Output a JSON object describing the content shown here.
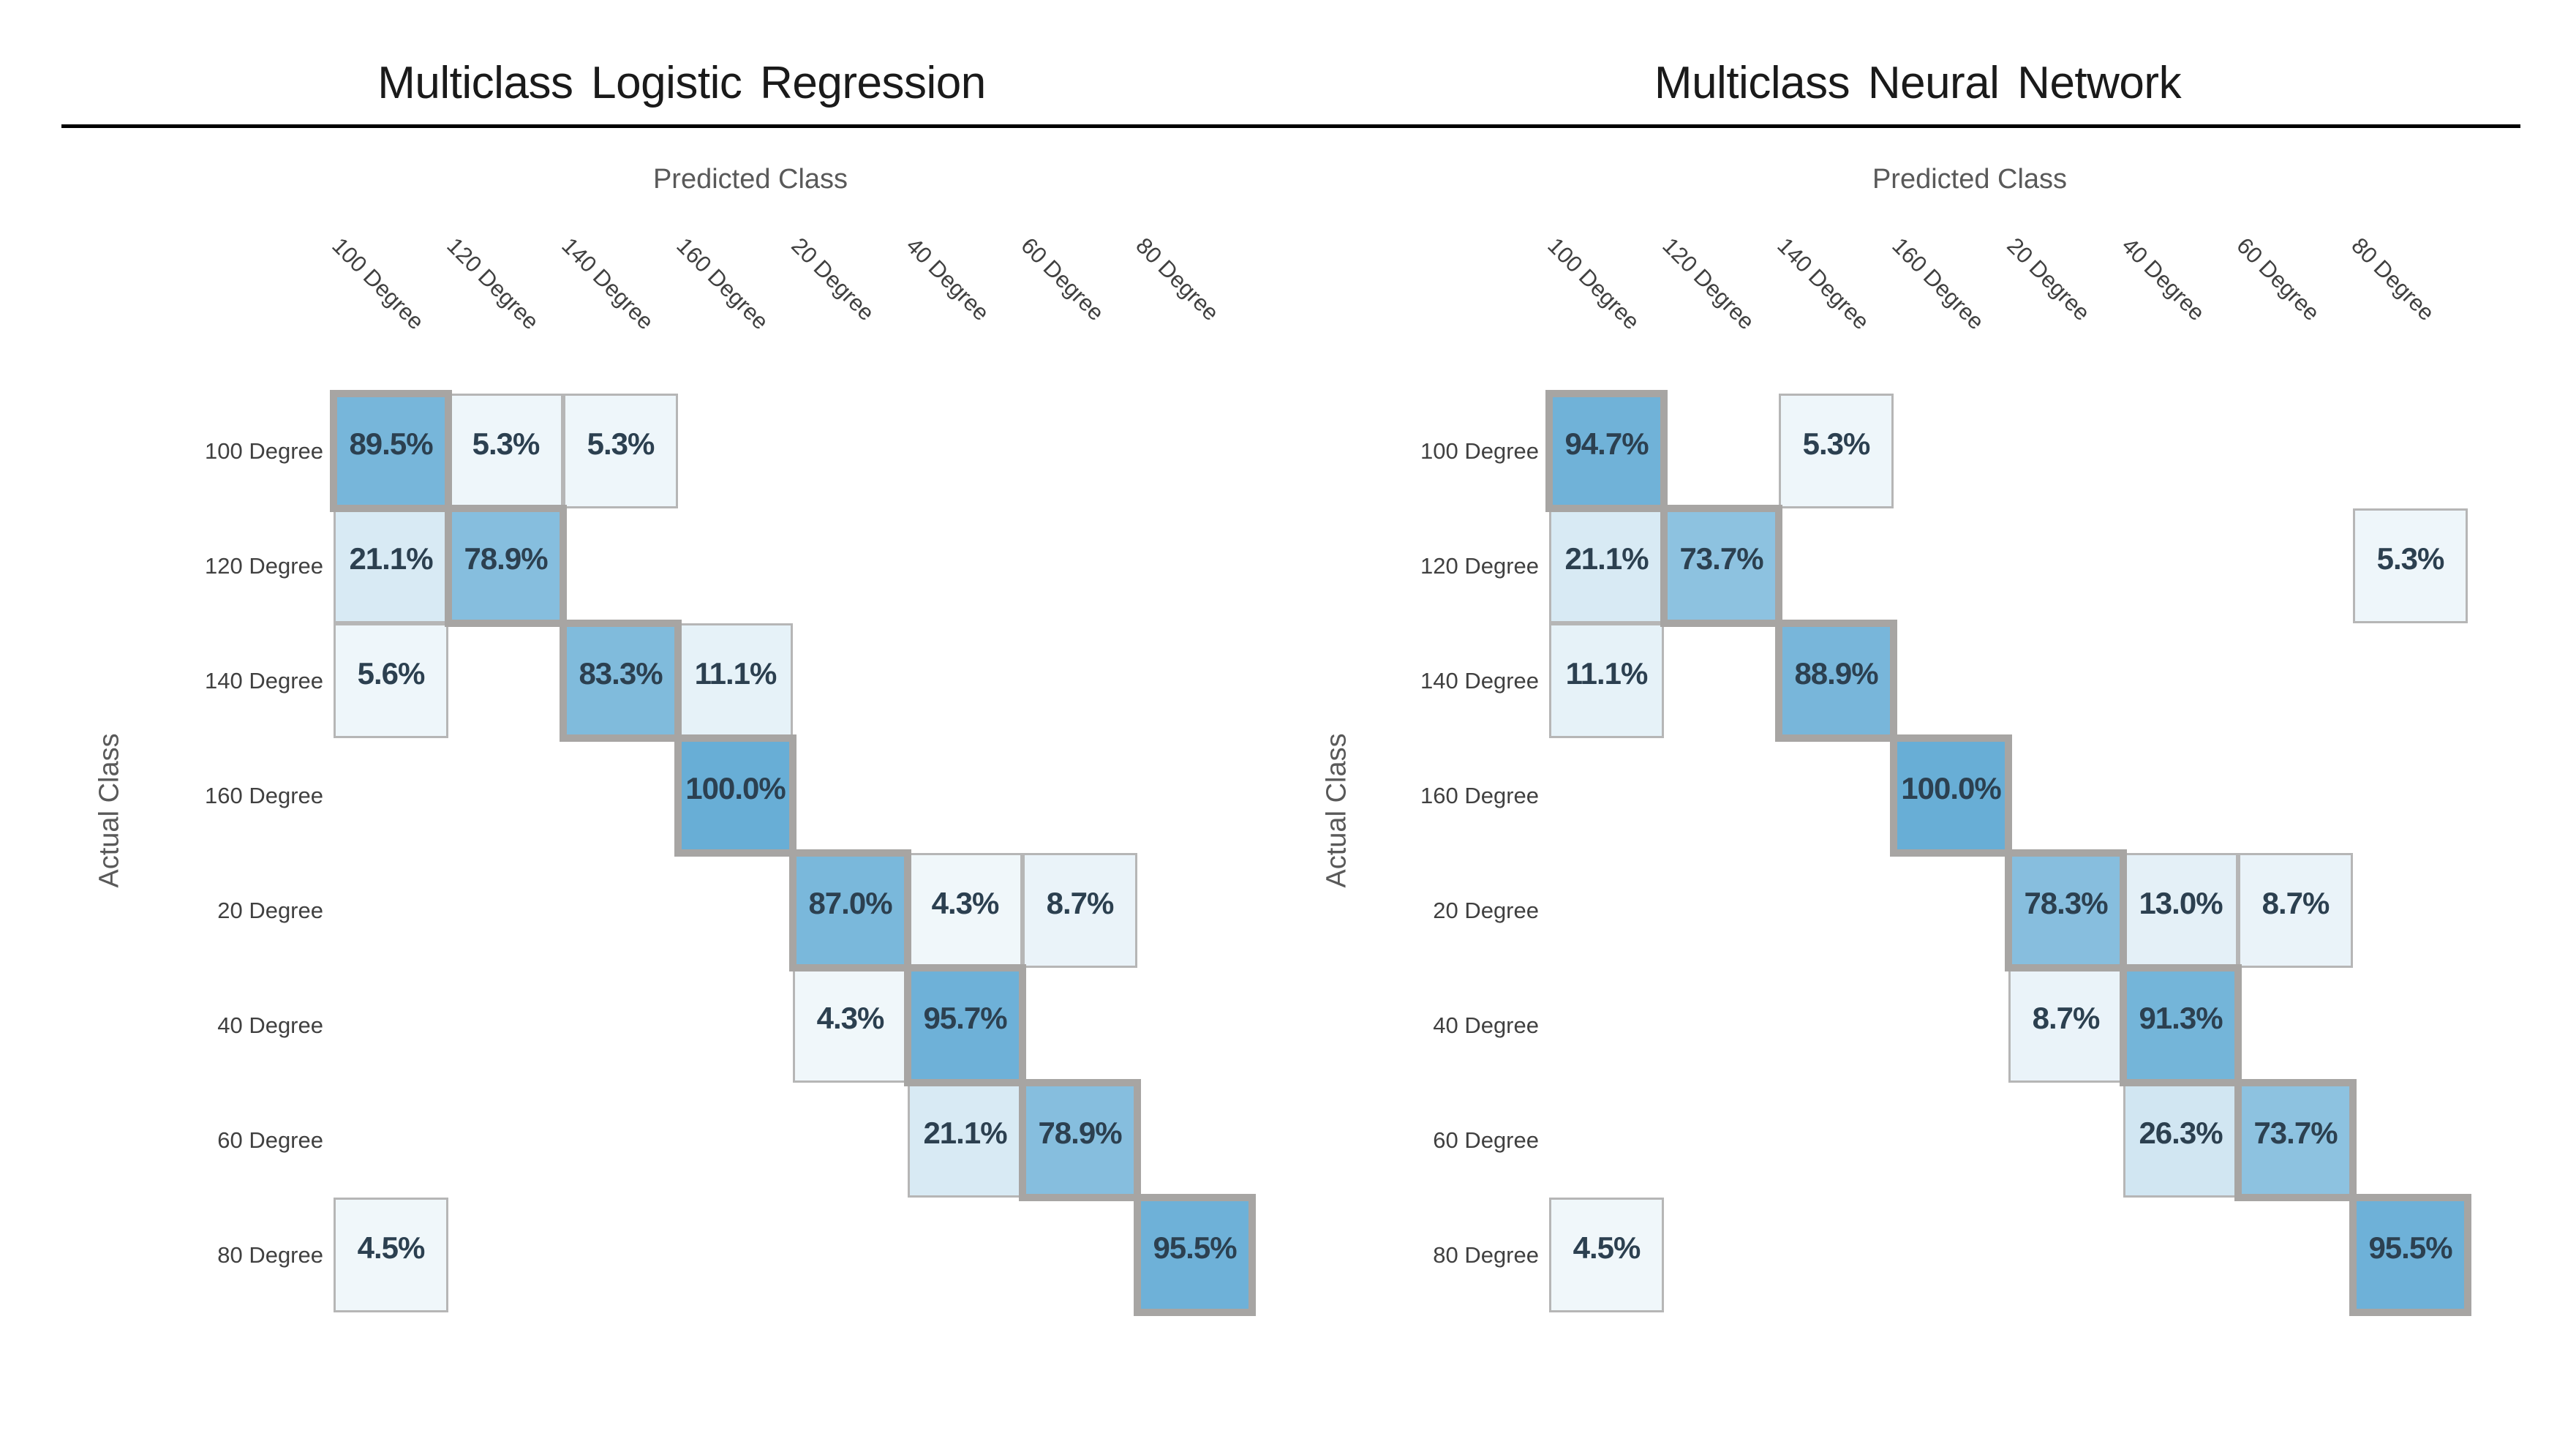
{
  "colors": {
    "title_text": "#1a1a1a",
    "axis_label_text": "#595959",
    "tick_label_text": "#404040",
    "value_text": "#2c4050",
    "diagonal_border": "#a7a5a3",
    "cell_border": "#b6b6b6",
    "divider": "#000000",
    "scale_low": "#f6fafc",
    "scale_high": "#68aed6"
  },
  "chart_data": [
    {
      "type": "heatmap",
      "title": "Multiclass Logistic Regression",
      "xlabel": "Predicted Class",
      "ylabel": "Actual Class",
      "x_categories": [
        "100 Degree",
        "120 Degree",
        "140 Degree",
        "160 Degree",
        "20 Degree",
        "40 Degree",
        "60 Degree",
        "80 Degree"
      ],
      "y_categories": [
        "100 Degree",
        "120 Degree",
        "140 Degree",
        "160 Degree",
        "20 Degree",
        "40 Degree",
        "60 Degree",
        "80 Degree"
      ],
      "value_unit": "%",
      "values_pct": [
        [
          89.5,
          5.3,
          5.3,
          null,
          null,
          null,
          null,
          null
        ],
        [
          21.1,
          78.9,
          null,
          null,
          null,
          null,
          null,
          null
        ],
        [
          5.6,
          null,
          83.3,
          11.1,
          null,
          null,
          null,
          null
        ],
        [
          null,
          null,
          null,
          100.0,
          null,
          null,
          null,
          null
        ],
        [
          null,
          null,
          null,
          null,
          87.0,
          4.3,
          8.7,
          null
        ],
        [
          null,
          null,
          null,
          null,
          4.3,
          95.7,
          null,
          null
        ],
        [
          null,
          null,
          null,
          null,
          null,
          21.1,
          78.9,
          null
        ],
        [
          4.5,
          null,
          null,
          null,
          null,
          null,
          null,
          95.5
        ]
      ],
      "colorscale": {
        "low_value": 0,
        "high_value": 100
      },
      "legend": "none",
      "grid": "off"
    },
    {
      "type": "heatmap",
      "title": "Multiclass Neural Network",
      "xlabel": "Predicted Class",
      "ylabel": "Actual Class",
      "x_categories": [
        "100 Degree",
        "120 Degree",
        "140 Degree",
        "160 Degree",
        "20 Degree",
        "40 Degree",
        "60 Degree",
        "80 Degree"
      ],
      "y_categories": [
        "100 Degree",
        "120 Degree",
        "140 Degree",
        "160 Degree",
        "20 Degree",
        "40 Degree",
        "60 Degree",
        "80 Degree"
      ],
      "value_unit": "%",
      "values_pct": [
        [
          94.7,
          null,
          5.3,
          null,
          null,
          null,
          null,
          null
        ],
        [
          21.1,
          73.7,
          null,
          null,
          null,
          null,
          null,
          5.3
        ],
        [
          11.1,
          null,
          88.9,
          null,
          null,
          null,
          null,
          null
        ],
        [
          null,
          null,
          null,
          100.0,
          null,
          null,
          null,
          null
        ],
        [
          null,
          null,
          null,
          null,
          78.3,
          13.0,
          8.7,
          null
        ],
        [
          null,
          null,
          null,
          null,
          8.7,
          91.3,
          null,
          null
        ],
        [
          null,
          null,
          null,
          null,
          null,
          26.3,
          73.7,
          null
        ],
        [
          4.5,
          null,
          null,
          null,
          null,
          null,
          null,
          95.5
        ]
      ],
      "colorscale": {
        "low_value": 0,
        "high_value": 100
      },
      "legend": "none",
      "grid": "off"
    }
  ]
}
